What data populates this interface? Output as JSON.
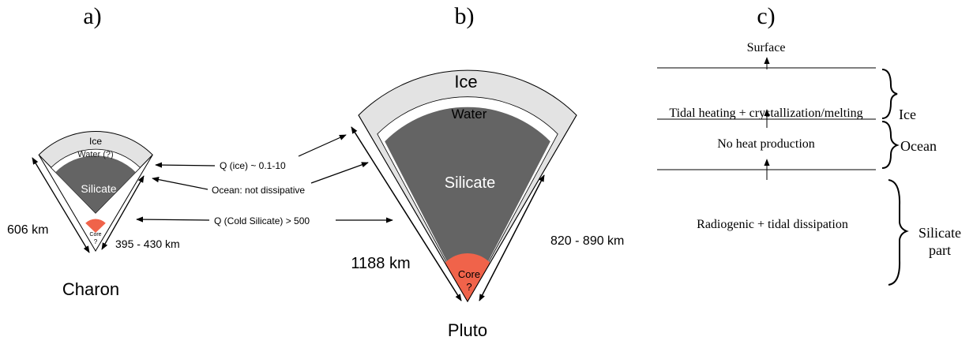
{
  "panels": {
    "a": {
      "label": "a)",
      "name": "Charon",
      "radius": "606 km",
      "silicate_radius": "395 - 430 km",
      "layers": {
        "ice": "Ice",
        "water": "Water (?)",
        "silicate": "Silicate",
        "core": "Core",
        "core_q": "?"
      }
    },
    "b": {
      "label": "b)",
      "name": "Pluto",
      "radius": "1188 km",
      "silicate_radius": "820 - 890 km",
      "layers": {
        "ice": "Ice",
        "water": "Water",
        "silicate": "Silicate",
        "core": "Core",
        "core_q": "?"
      }
    },
    "c": {
      "label": "c)",
      "surface": "Surface",
      "ice_process": "Tidal heating + crystallization/melting",
      "ocean_process": "No heat production",
      "silicate_process": "Radiogenic + tidal dissipation",
      "brace_ice": "Ice",
      "brace_ocean": "Ocean",
      "brace_silicate_1": "Silicate",
      "brace_silicate_2": "part"
    }
  },
  "annotations": {
    "q_ice": "Q (ice) ~ 0.1-10",
    "ocean": "Ocean: not dissipative",
    "q_silicate": "Q (Cold Silicate) > 500"
  },
  "colors": {
    "ice": "#e3e3e3",
    "water": "#ffffff",
    "silicate": "#646464",
    "core": "#f0634a",
    "outline": "#000000"
  }
}
